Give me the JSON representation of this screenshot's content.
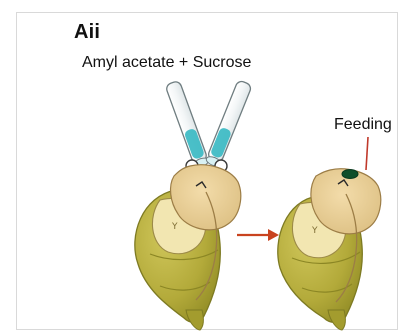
{
  "figure": {
    "panel_label": "Aii",
    "stimulus_caption": "Amyl acetate + Sucrose",
    "feeding_label": "Feeding"
  },
  "colors": {
    "border": "#d9d9d9",
    "head": "#e9cf9a",
    "head_outline": "#9a7c43",
    "thorax": "#f0e3a8",
    "abdomen": "#b9b03f",
    "abdomen_dark": "#8f8a26",
    "pipette_fluid": "#36b8c2",
    "arrow": "#c9431f",
    "pointer_line": "#c0392b"
  }
}
